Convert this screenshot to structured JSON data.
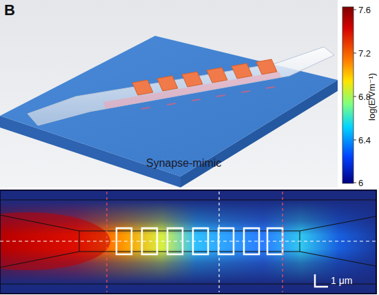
{
  "diagram": {
    "labels": [
      "B",
      "Synapse-mimic",
      "7.6",
      "7.2",
      "6.8",
      "6.4",
      "6",
      "log(E/Vm⁻¹)",
      "1 μm"
    ]
  }
}
